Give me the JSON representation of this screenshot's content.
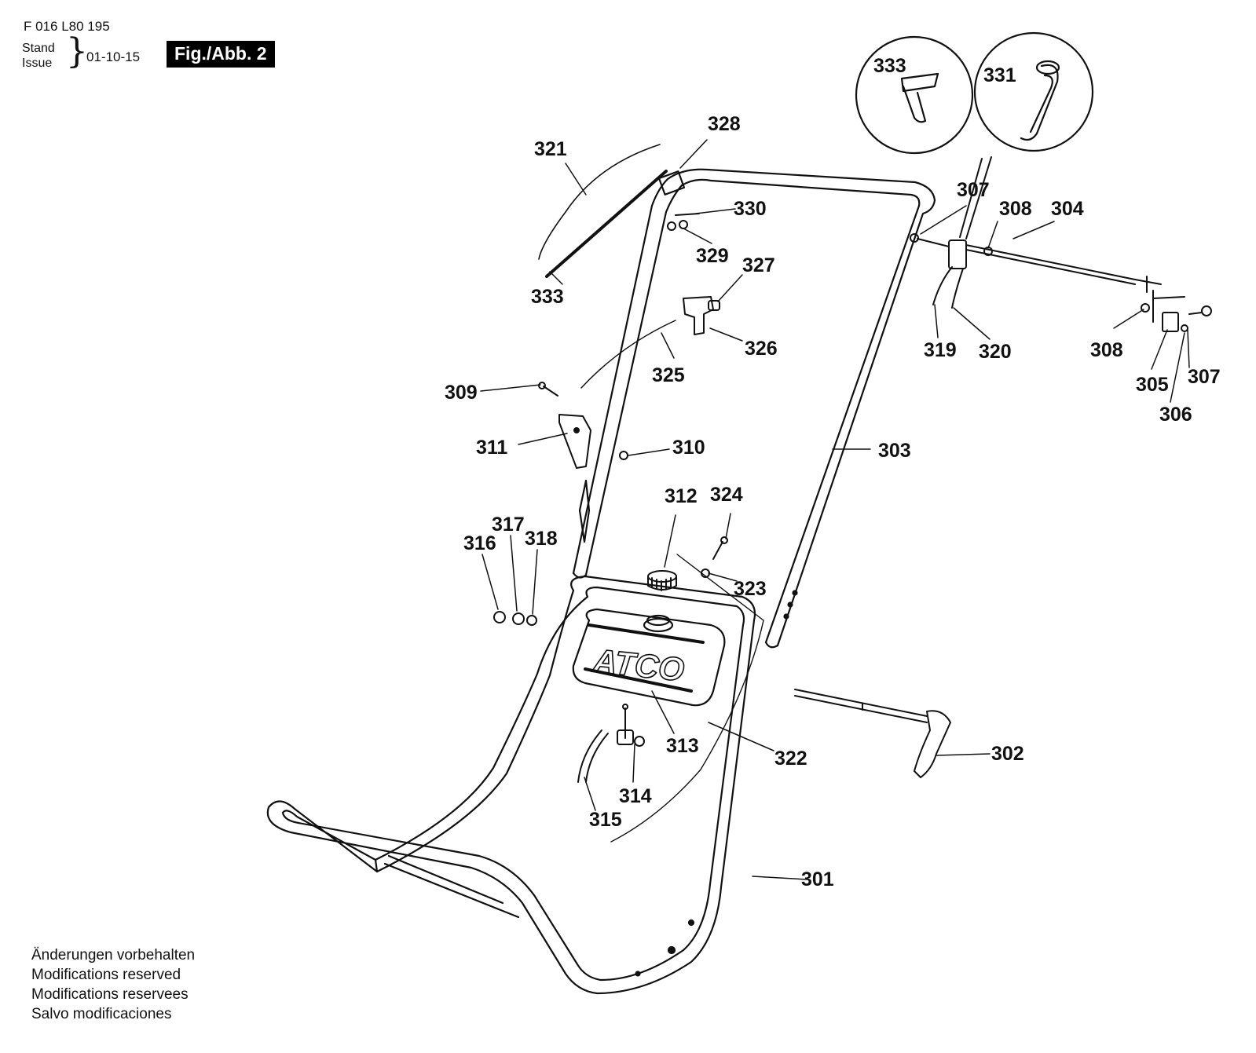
{
  "header": {
    "code": "F 016 L80 195",
    "stand": "Stand",
    "issue": "Issue",
    "date": "01-10-15",
    "fig_label": "Fig./Abb. 2"
  },
  "notes": [
    "Änderungen vorbehalten",
    "Modifications reserved",
    "Modifications reservees",
    "Salvo modificaciones"
  ],
  "brand_on_tank": "ATCO",
  "callouts": [
    {
      "id": "c333a",
      "label": "333"
    },
    {
      "id": "c331",
      "label": "331"
    },
    {
      "id": "c328",
      "label": "328"
    },
    {
      "id": "c321",
      "label": "321"
    },
    {
      "id": "c330",
      "label": "330"
    },
    {
      "id": "c329",
      "label": "329"
    },
    {
      "id": "c333b",
      "label": "333"
    },
    {
      "id": "c327",
      "label": "327"
    },
    {
      "id": "c326",
      "label": "326"
    },
    {
      "id": "c325",
      "label": "325"
    },
    {
      "id": "c309",
      "label": "309"
    },
    {
      "id": "c311",
      "label": "311"
    },
    {
      "id": "c310",
      "label": "310"
    },
    {
      "id": "c307a",
      "label": "307"
    },
    {
      "id": "c308a",
      "label": "308"
    },
    {
      "id": "c304",
      "label": "304"
    },
    {
      "id": "c319",
      "label": "319"
    },
    {
      "id": "c320",
      "label": "320"
    },
    {
      "id": "c308b",
      "label": "308"
    },
    {
      "id": "c305",
      "label": "305"
    },
    {
      "id": "c307b",
      "label": "307"
    },
    {
      "id": "c306",
      "label": "306"
    },
    {
      "id": "c303",
      "label": "303"
    },
    {
      "id": "c312",
      "label": "312"
    },
    {
      "id": "c324",
      "label": "324"
    },
    {
      "id": "c323",
      "label": "323"
    },
    {
      "id": "c316",
      "label": "316"
    },
    {
      "id": "c317",
      "label": "317"
    },
    {
      "id": "c318",
      "label": "318"
    },
    {
      "id": "c313",
      "label": "313"
    },
    {
      "id": "c322",
      "label": "322"
    },
    {
      "id": "c302",
      "label": "302"
    },
    {
      "id": "c314",
      "label": "314"
    },
    {
      "id": "c315",
      "label": "315"
    },
    {
      "id": "c301",
      "label": "301"
    }
  ]
}
